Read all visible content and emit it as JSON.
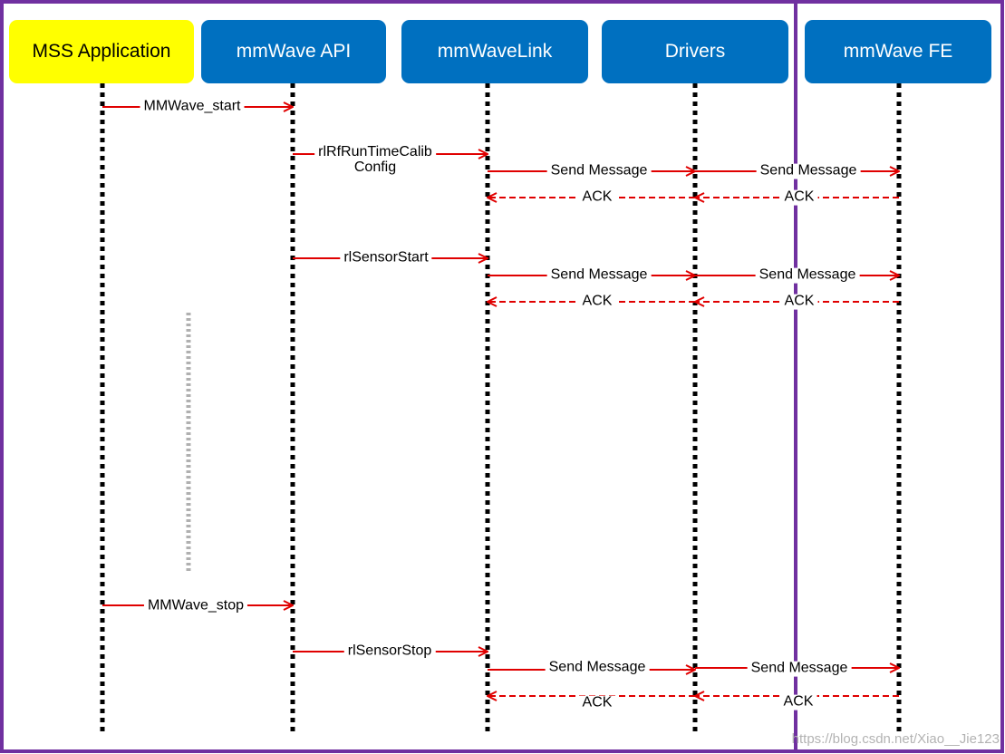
{
  "colors": {
    "border": "#7030a0",
    "actor_blue": "#0070c0",
    "actor_yellow": "#ffff00",
    "arrow": "#e00000",
    "lifeline": "#000000",
    "ellipsis": "#b0b0b0"
  },
  "actors": [
    {
      "label": "MSS Application"
    },
    {
      "label": "mmWave API"
    },
    {
      "label": "mmWaveLink"
    },
    {
      "label": "Drivers"
    },
    {
      "label": "mmWave FE"
    }
  ],
  "messages": {
    "m1": "MMWave_start",
    "m2_line1": "rlRfRunTimeCalib",
    "m2_line2": "Config",
    "m3": "Send Message",
    "m4": "Send Message",
    "m5": "ACK",
    "m6": "ACK",
    "m7": "rlSensorStart",
    "m8": "Send Message",
    "m9": "Send Message",
    "m10": "ACK",
    "m11": "ACK",
    "m12": "MMWave_stop",
    "m13": "rlSensorStop",
    "m14": "Send Message",
    "m15": "Send Message",
    "m16": "ACK",
    "m17": "ACK"
  },
  "watermark": "https://blog.csdn.net/Xiao__Jie123"
}
